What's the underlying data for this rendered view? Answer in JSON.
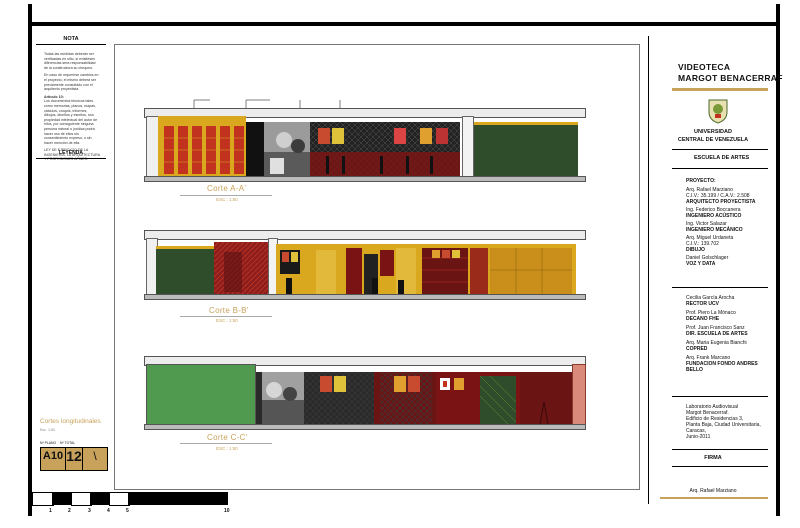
{
  "nota": {
    "title": "NOTA",
    "paragraphs": [
      "Todas las medidas deberán ser verificadas en sitio, si existiesen diferencias será responsabilidad de la constructora su chequeo.",
      "En caso de requerirse cambios en el proyecto, el mismo deberá ser previamente consultado con el arquitecto proyectista.",
      "Artículo 10:",
      "Los documentos técnicos tales como memorias, planos, mapas, cálculos, croquis, informes, dibujos, diseños y escritos, son propiedad intelectual del autor de ellos, por consiguiente ninguna persona natural o jurídica podrá hacer uso de ellos sin consentimiento expreso, o sin hacer mención de ella.",
      "LEY DE EJERCICIO DE LA INGENIERÍA, LA ARQUITECTURA Y PROFESIONES AFINES."
    ],
    "legend_label": "LEYENDA"
  },
  "left_footer": {
    "sheet_label": "Cortes longitudinales",
    "scale": "Esc. 1:50",
    "plan_label": "Nº PLANO",
    "total_label": "Nº TOTAL",
    "plan_code": "A10",
    "sheet_number": "12",
    "total_value": "\\"
  },
  "sections": [
    {
      "title": "Corte A-A'",
      "scale": "ESC.: 1:50"
    },
    {
      "title": "Corte B-B'",
      "scale": "ESC.: 1:50"
    },
    {
      "title": "Corte C-C'",
      "scale": "ESC.: 1:50"
    }
  ],
  "scale_bar": {
    "ticks": [
      "1",
      "2",
      "3",
      "4",
      "5",
      "10"
    ]
  },
  "title_block": {
    "project_line1": "VIDEOTECA",
    "project_line2": "MARGOT BENACERRAF",
    "university_line1": "UNIVERSIDAD",
    "university_line2": "CENTRAL DE VENEZUELA",
    "school": "ESCUELA DE ARTES",
    "project_heading": "PROYECTO:",
    "credits": [
      {
        "name": "Arq. Rafael Marziano",
        "detail": "C.I.V.: 35.199 / C.A.V.: 2.508",
        "role": "ARQUITECTO PROYECTISTA"
      },
      {
        "name": "Ing. Federico Boccanera",
        "detail": "",
        "role": "INGENIERO ACÚSTICO"
      },
      {
        "name": "Ing. Victor Salazar",
        "detail": "",
        "role": "INGENIERO MECÁNICO"
      },
      {
        "name": "Arq. Miguel Urdaneta",
        "detail": "C.I.V.: 139.702",
        "role": "DIBUJO"
      },
      {
        "name": "Daniel Golschlager",
        "detail": "",
        "role": "VOZ Y DATA"
      }
    ],
    "authorities": [
      {
        "name": "Cecilia García Arocha",
        "role": "RECTOR UCV"
      },
      {
        "name": "Prof. Piero La Mónaco",
        "role": "DECANO FHE"
      },
      {
        "name": "Prof. Juan Francisco Sanz",
        "role": "DIR. ESCUELA DE ARTES"
      },
      {
        "name": "Arq. Maria Eugenia Bianchi",
        "role": "COPRED"
      },
      {
        "name": "Arq. Frank Marcano",
        "role": "FUNDACION FONDO ANDRES BELLO"
      }
    ],
    "address": [
      "Laboratorio Audiovisual",
      "Margot Benacerraf.",
      "Edificio de Residencias 3,",
      "Planta Baja, Ciudad Universitaria,",
      "Caracas,",
      "Junio-2011"
    ],
    "signature_heading": "FIRMA",
    "signatory": "Arq. Rafael Marziano"
  },
  "colors": {
    "frame": "#000000",
    "accent_gold": "#c8a25a",
    "wall_yellow": "#d9a81e",
    "shelf_red": "#c2331f",
    "wine": "#6b1414",
    "green_panel": "#2f4d2b",
    "bright_green": "#4f9a4f"
  }
}
